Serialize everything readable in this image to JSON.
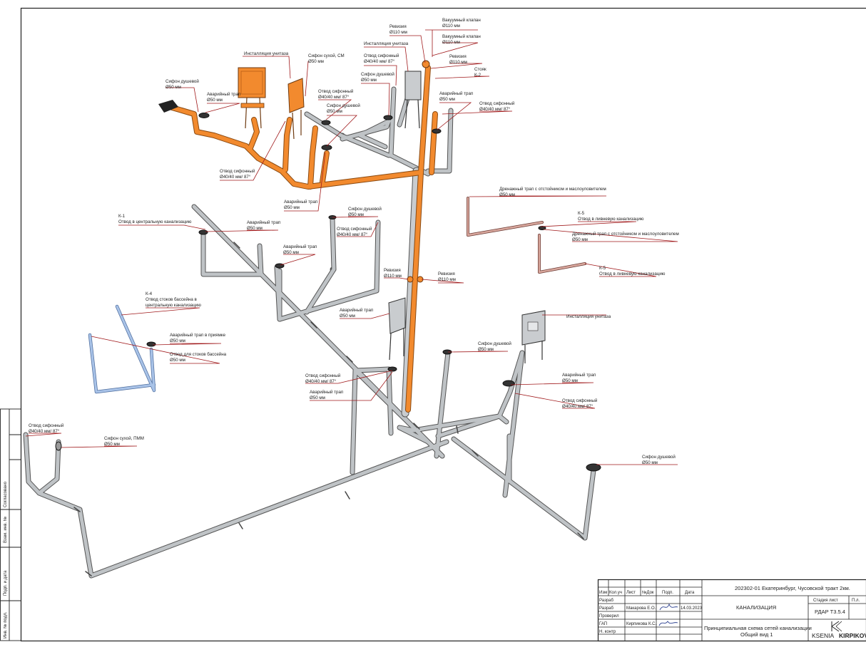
{
  "labels": {
    "l1a": "Инсталляция унитаза",
    "l2a": "Сифон сухой, СМ",
    "l2b": "Ø50 мм",
    "l3a": "Сифон душевой",
    "l3b": "Ø50 мм",
    "l4a": "Аварийный трап",
    "l4b": "Ø50 мм",
    "l5a": "Отвод сифонный",
    "l5b": "Ø40/40 мм/ 87°",
    "l6a": "Сифон душевой",
    "l6b": "Ø50 мм",
    "l7a": "Отвод сифонный",
    "l7b": "Ø40/40 мм/ 87°",
    "l8a": "Аварийный трап",
    "l8b": "Ø50 мм",
    "l9a": "Ревизия",
    "l9b": "Ø110 мм",
    "l10a": "Инсталляция унитаза",
    "l11a": "Отвод сифонный",
    "l11b": "Ø40/40 мм/ 87°",
    "l12a": "Сифон душевой",
    "l12b": "Ø50 мм",
    "l13a": "Вакуумный клапан",
    "l13b": "Ø110 мм",
    "l14a": "Вакуумный клапан",
    "l14b": "Ø110 мм",
    "l15a": "Ревизия",
    "l15b": "Ø110 мм",
    "l16a": "Стояк",
    "l16b": "К-2",
    "l17a": "Аварийный трап",
    "l17b": "Ø50 мм",
    "l18a": "Отвод сифонный",
    "l18b": "Ø40/40 мм/ 87°",
    "l19a": "К-1",
    "l19b": "Отвод в центральную канализацию",
    "l20a": "Аварийный трап",
    "l20b": "Ø50 мм",
    "l21a": "Сифон душевой",
    "l21b": "Ø50 мм",
    "l22a": "Отвод сифонный",
    "l22b": "Ø40/40 мм/ 87°",
    "l23a": "Аварийный трап",
    "l23b": "Ø50 мм",
    "l24a": "Ревизия",
    "l24b": "Ø110 мм",
    "l25a": "Ревизия",
    "l25b": "Ø110 мм",
    "l26a": "Дренажный трап с отстойником и маслоуловителем",
    "l26b": "Ø50 мм",
    "l27a": "К-5",
    "l27b": "Отвод в ливневую канализацию",
    "l28a": "Дренажный трап с отстойником и маслоуловителем",
    "l28b": "Ø50 мм",
    "l29a": "К-5",
    "l29b": "Отвод в ливневую канализацию",
    "l30a": "К-4",
    "l30b": "Отвод стоков бассейна в",
    "l30c": "центральную канализацию",
    "l31a": "Аварийный трап в приямке",
    "l31b": "Ø50 мм",
    "l32a": "Отвод для стоков бассейна",
    "l32b": "Ø50 мм",
    "l33a": "Аварийный трап",
    "l33b": "Ø50 мм",
    "l34a": "Отвод сифонный",
    "l34b": "Ø40/40 мм/ 87°",
    "l35a": "Аварийный трап",
    "l35b": "Ø50 мм",
    "l36a": "Сифон душевой",
    "l36b": "Ø50 мм",
    "l37a": "Инсталляция унитаза",
    "l38a": "Аварийный трап",
    "l38b": "Ø50 мм",
    "l39a": "Отвод сифонный",
    "l39b": "Ø40/40 мм/ 87°",
    "l40a": "Отвод сифонный",
    "l40b": "Ø40/40 мм/ 87°",
    "l41a": "Сифон сухой, ПММ",
    "l41b": "Ø50 мм",
    "l42a": "Сифон душевой",
    "l42b": "Ø50 мм"
  },
  "side_stamp": {
    "s1": "Инв. № подл.",
    "s2": "Подп. и дата",
    "s3": "Взам. инв. №",
    "s4": "Согласовано"
  },
  "title_block": {
    "project": "202302-01 Екатеринбург, Чусовской тракт 2км.",
    "section": "КАНАЛИЗАЦИЯ",
    "drawing_title_1": "Принципиальная схема сетей канализации",
    "drawing_title_2": "Общий вид 1",
    "stage_header": "Стадия лист",
    "page_header": "П.л.",
    "stage_value": "РДАР Т3.5.4",
    "hdr_izm": "Изм",
    "hdr_koluch": "Кол.уч",
    "hdr_list": "Лист",
    "hdr_ndok": "№Док",
    "hdr_podp": "Подп.",
    "hdr_data": "Дата",
    "r1": "Разраб",
    "r2": "Разраб",
    "r3": "Проверил",
    "r4": "ГАП",
    "r5": "Н. контр",
    "name2": "Макарова Е.О.",
    "date2": "14.03.2023",
    "name4": "Кирпикова К.С.",
    "logo_a": "KSENIA",
    "logo_b": "KIRPIKOVA"
  },
  "colors": {
    "pipe_orange": "#F28A2E",
    "pipe_grey": "#BFC3C6",
    "pipe_blue": "#A9C3E8",
    "pipe_brown": "#B98A80",
    "leader": "#A0191B"
  }
}
